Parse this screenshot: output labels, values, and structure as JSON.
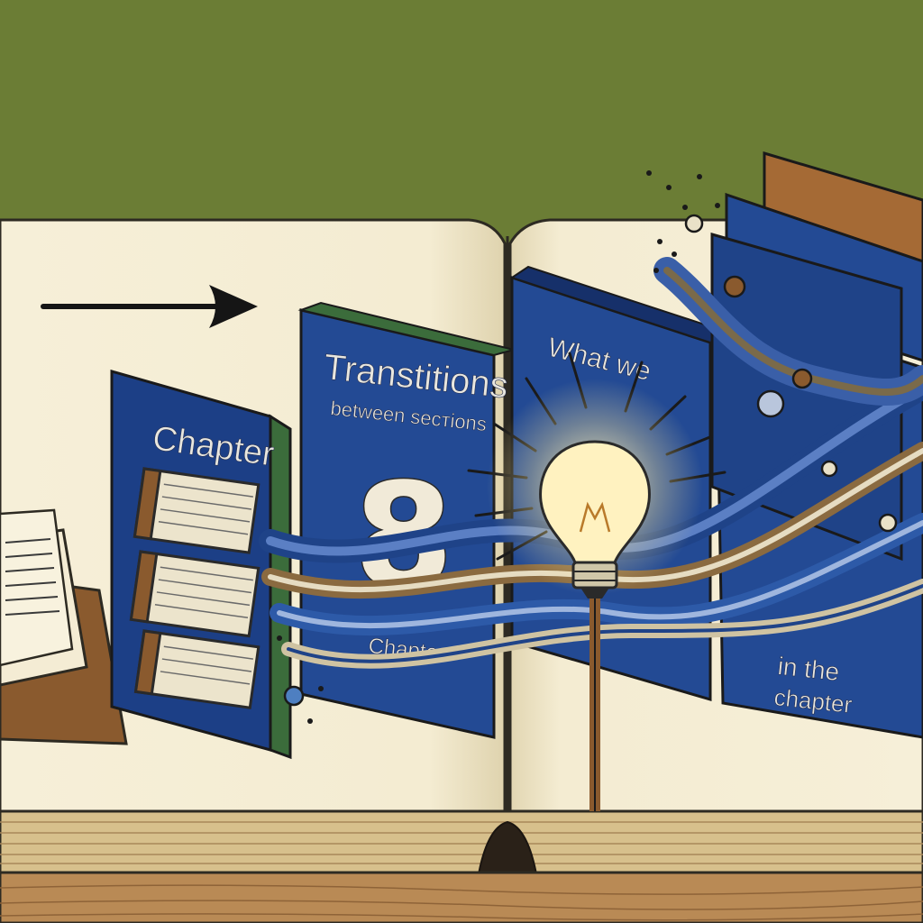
{
  "colors": {
    "wall": "#6b7d35",
    "page": "#f5eed6",
    "panel_blue": "#234a94",
    "panel_blue_dark": "#16306a",
    "bulb_glow": "#fff3c2",
    "wood": "#b98a55"
  },
  "panels": {
    "chapter_panel": {
      "label": "Chapter"
    },
    "transitions_panel": {
      "title": "Transtitions",
      "subtitle": "between secᴛions",
      "numeral": "8",
      "footer": "Chapter"
    },
    "what_we_panel": {
      "label": "What we"
    },
    "chapter_end_panel": {
      "line1": "in the",
      "line2": "chapter"
    }
  },
  "icons": {
    "arrow": "arrow-right-icon",
    "bulb": "lightbulb-icon",
    "gear": "gear-icon"
  }
}
